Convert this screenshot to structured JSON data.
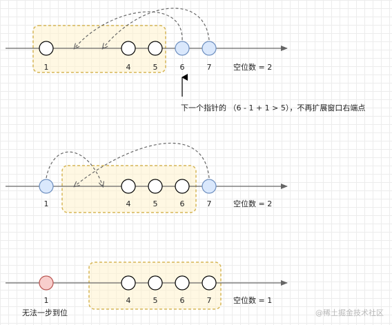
{
  "diagram": {
    "rows": [
      {
        "nodes": [
          {
            "label": "1",
            "state": "empty"
          },
          {
            "label": "4",
            "state": "empty"
          },
          {
            "label": "5",
            "state": "empty"
          },
          {
            "label": "6",
            "state": "blue"
          },
          {
            "label": "7",
            "state": "blue"
          }
        ],
        "slots_text": "空位数 = 2",
        "note": "下一个指针的 （6 - 1 + 1 > 5），不再扩展窗口右端点"
      },
      {
        "nodes": [
          {
            "label": "1",
            "state": "blue"
          },
          {
            "label": "4",
            "state": "empty"
          },
          {
            "label": "5",
            "state": "empty"
          },
          {
            "label": "6",
            "state": "empty"
          },
          {
            "label": "7",
            "state": "blue"
          }
        ],
        "slots_text": "空位数 = 2"
      },
      {
        "nodes": [
          {
            "label": "1",
            "state": "red"
          },
          {
            "label": "4",
            "state": "empty"
          },
          {
            "label": "5",
            "state": "empty"
          },
          {
            "label": "6",
            "state": "empty"
          },
          {
            "label": "7",
            "state": "empty"
          }
        ],
        "slots_text": "空位数 = 1",
        "note": "无法一步到位"
      }
    ],
    "colors": {
      "node_empty": "#ffffff",
      "node_blue": "#dae8fc",
      "node_blue_stroke": "#6c8ebf",
      "node_red": "#f8cecc",
      "node_red_stroke": "#b85450",
      "window_fill": "#fff2cc",
      "window_stroke": "#d6b656",
      "axis": "#666666",
      "arrow_dashed": "#666666"
    },
    "watermark": "@稀土掘金技术社区"
  }
}
